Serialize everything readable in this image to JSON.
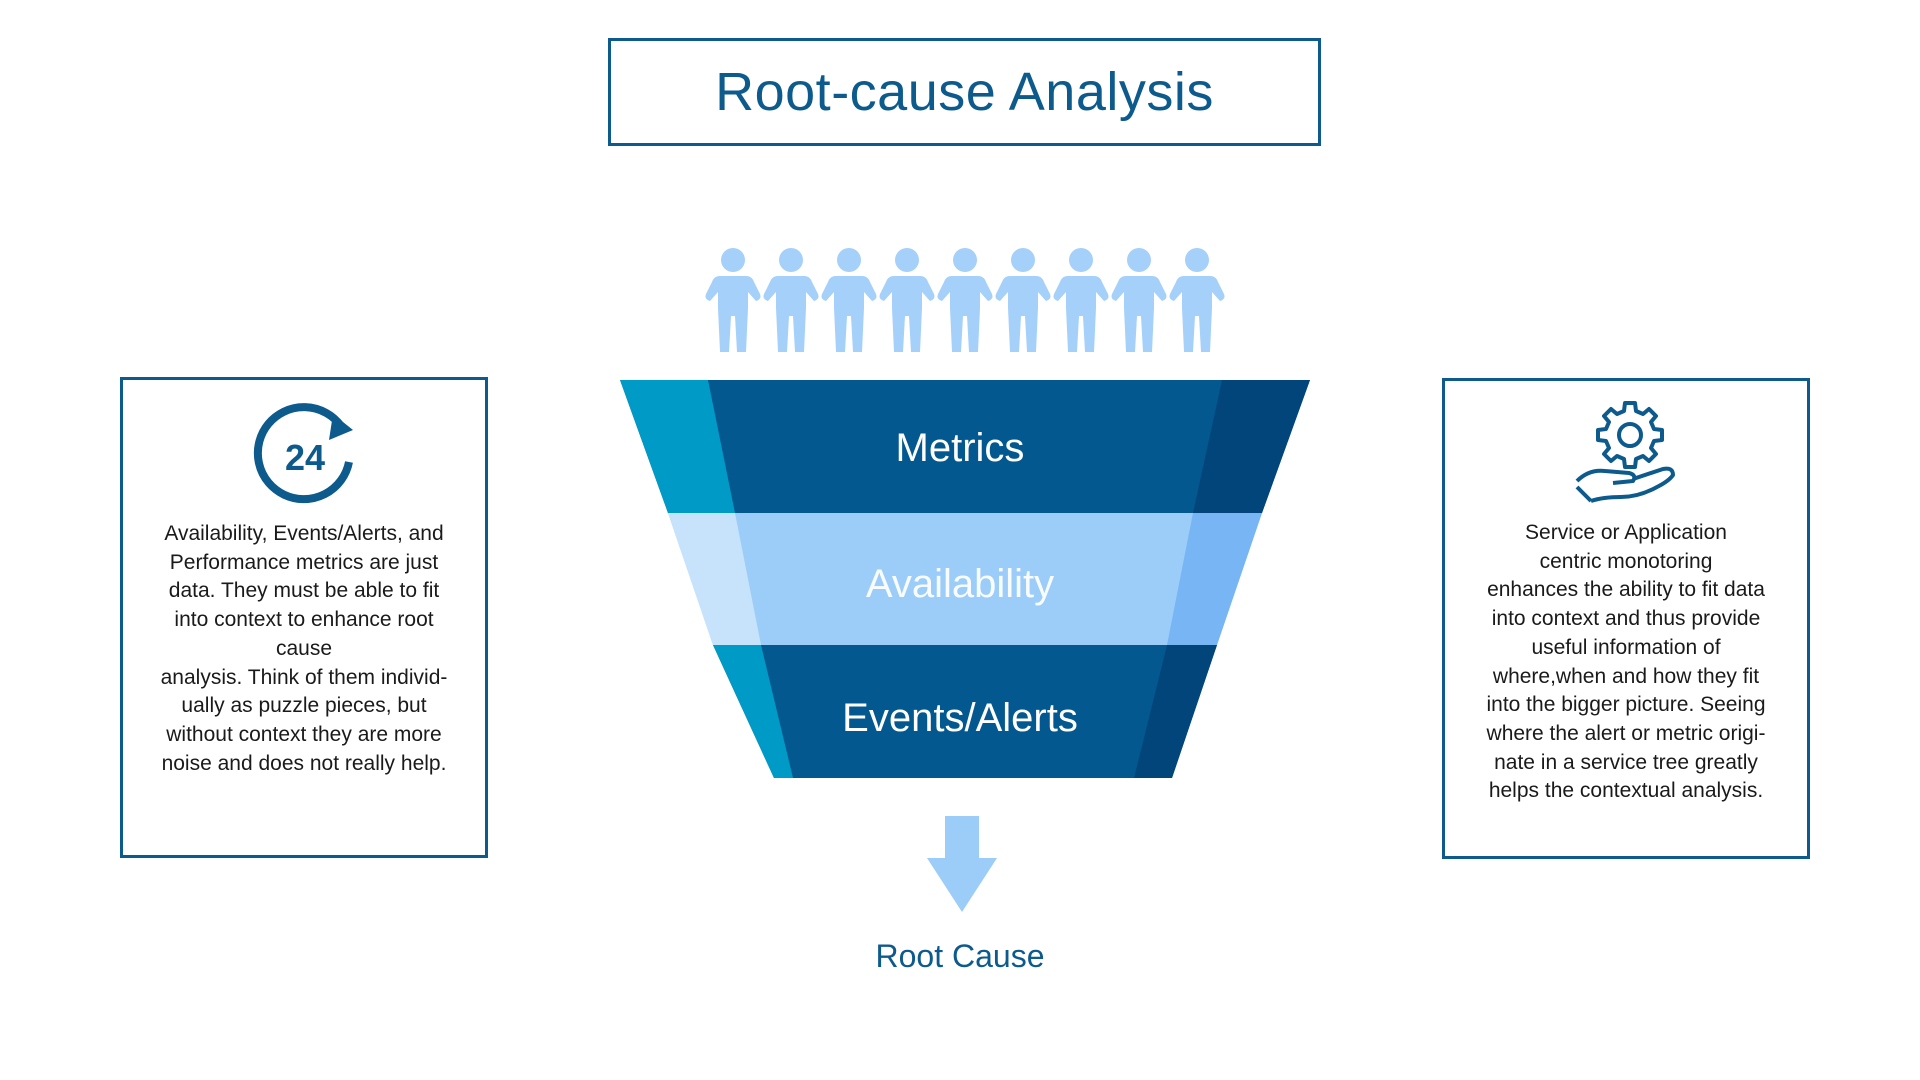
{
  "title": "Root-cause Analysis",
  "colors": {
    "primary": "#0d5a8c",
    "funnel_dark": "#03588f",
    "funnel_teal": "#009ac7",
    "funnel_light": "#9bcdf8",
    "person": "#a4d0fa"
  },
  "people_count": 9,
  "funnel": {
    "layers": [
      {
        "label": "Metrics"
      },
      {
        "label": "Availability"
      },
      {
        "label": "Events/Alerts"
      }
    ]
  },
  "result_label": "Root Cause",
  "left_panel": {
    "icon": "24-hour-cycle-icon",
    "icon_text": "24",
    "text": "Availability, Events/Alerts, and\nPerformance metrics are just\ndata. They must be able to fit\ninto context to enhance root\ncause\nanalysis. Think of them individ-\nually as puzzle pieces, but\nwithout context they are more\nnoise and does not really help."
  },
  "right_panel": {
    "icon": "gear-in-hand-icon",
    "text": "Service or Application\ncentric monotoring\nenhances the ability to fit data\ninto context and thus provide\nuseful information of\nwhere,when and how they fit\ninto the bigger picture. Seeing\nwhere the alert or metric origi-\nnate in a service tree greatly\nhelps the contextual analysis."
  }
}
